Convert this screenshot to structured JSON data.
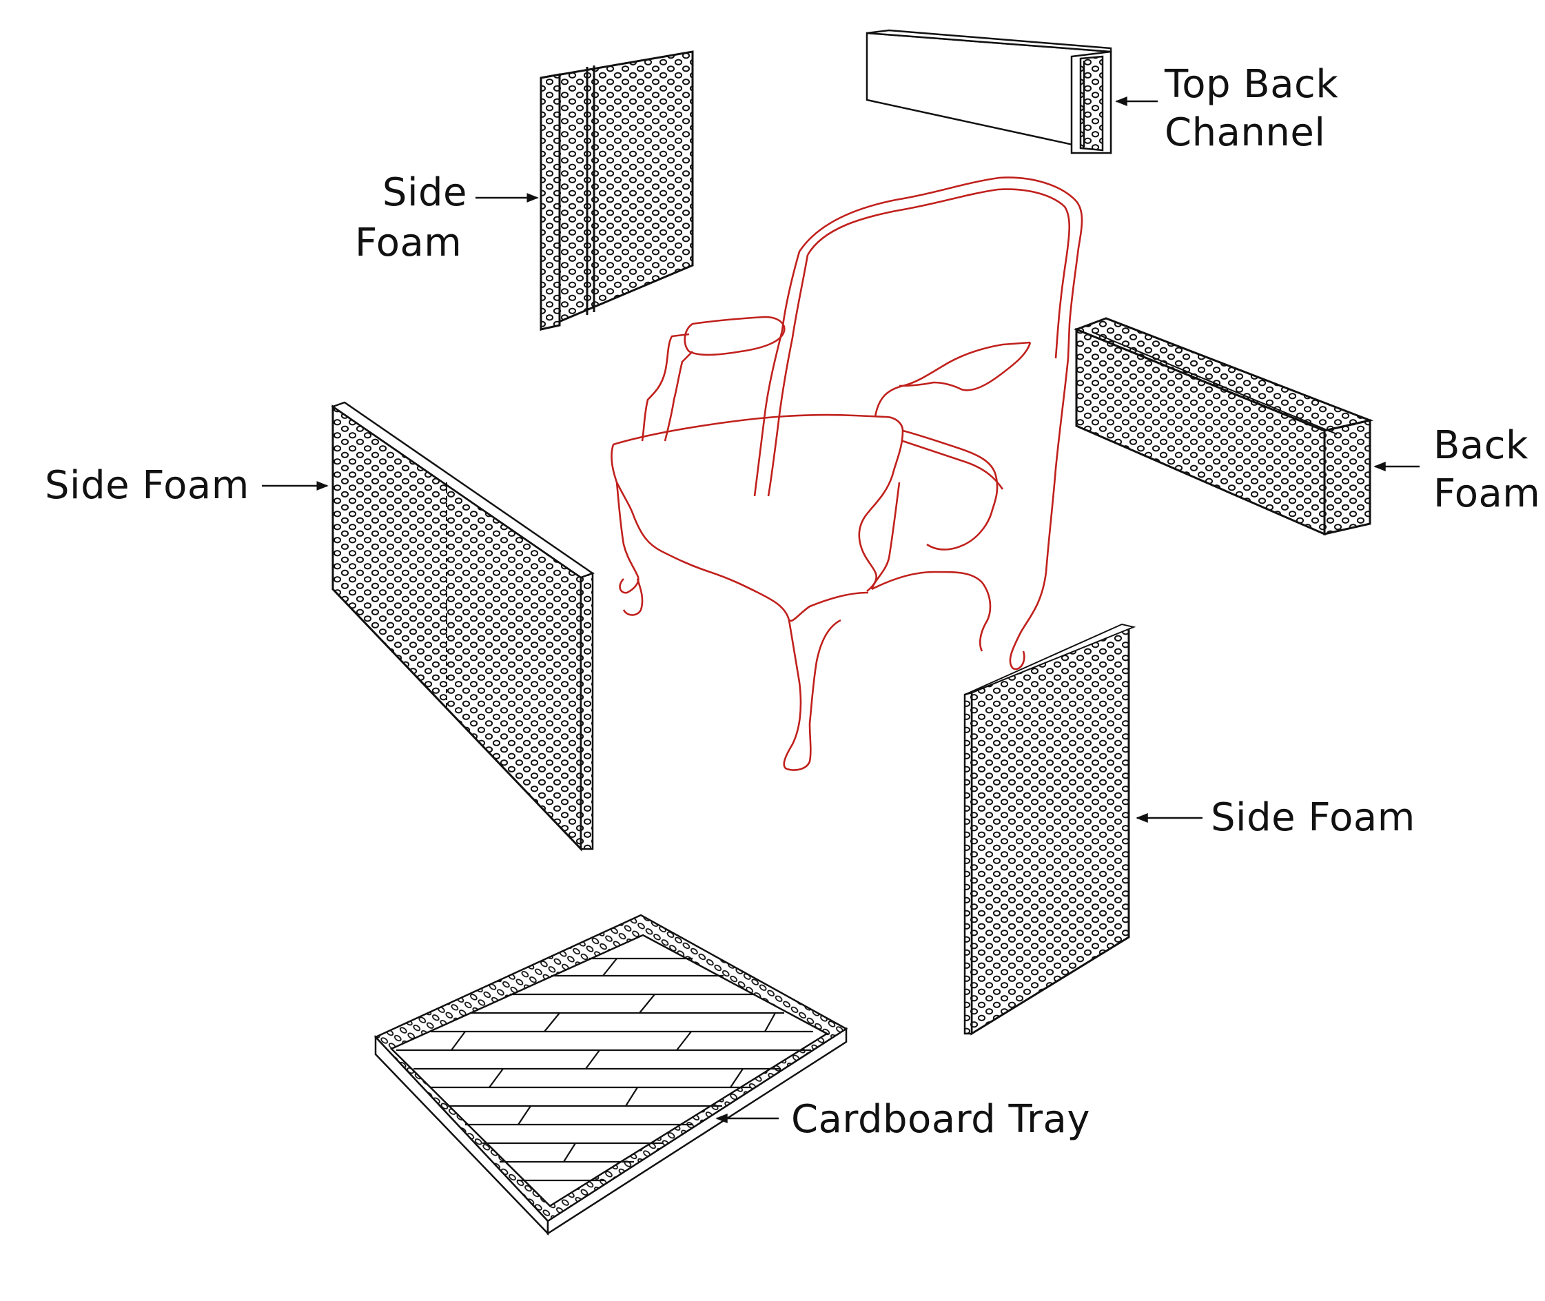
{
  "diagram": {
    "description": "Exploded packaging diagram of an armchair with foam and cardboard protective components",
    "colors": {
      "chair_outline": "#c0201c",
      "line": "#111111",
      "background": "#ffffff"
    },
    "components": [
      {
        "id": "side-foam-top-left",
        "label_line1": "Side",
        "label_line2": "Foam"
      },
      {
        "id": "top-back-channel",
        "label_line1": "Top Back",
        "label_line2": "Channel"
      },
      {
        "id": "side-foam-left",
        "label": "Side Foam"
      },
      {
        "id": "back-foam",
        "label_line1": "Back",
        "label_line2": "Foam"
      },
      {
        "id": "side-foam-right",
        "label": "Side Foam"
      },
      {
        "id": "cardboard-tray",
        "label": "Cardboard Tray"
      }
    ],
    "central_object": "chair"
  }
}
